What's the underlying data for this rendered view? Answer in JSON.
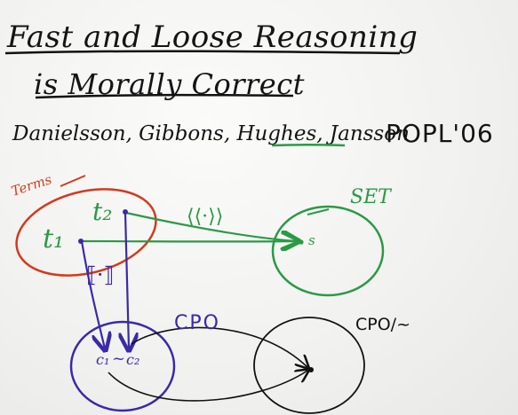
{
  "title_line1": "Fast and Loose Reasoning",
  "title_line2": "is Morally Correct",
  "authors": "Danielsson, Gibbons, Hughes, Jansson",
  "venue": "POPL'06",
  "diagram": {
    "terms_label": "Terms",
    "t1_label": "t₁",
    "t2_label": "t₂",
    "set_label": "SET",
    "set_map_label": "⟨⟨·⟩⟩",
    "set_point_label": "s",
    "cpo_map_label": "⟦·⟧",
    "cpo_label": "CPO",
    "c1_label": "c₁",
    "sim_label": "~",
    "c2_label": "c₂",
    "quotient_label": "CPO/~",
    "colors": {
      "terms": "#d23a1e",
      "set": "#2a9a45",
      "cpo": "#3a2aa8",
      "quotient": "#111111"
    }
  }
}
